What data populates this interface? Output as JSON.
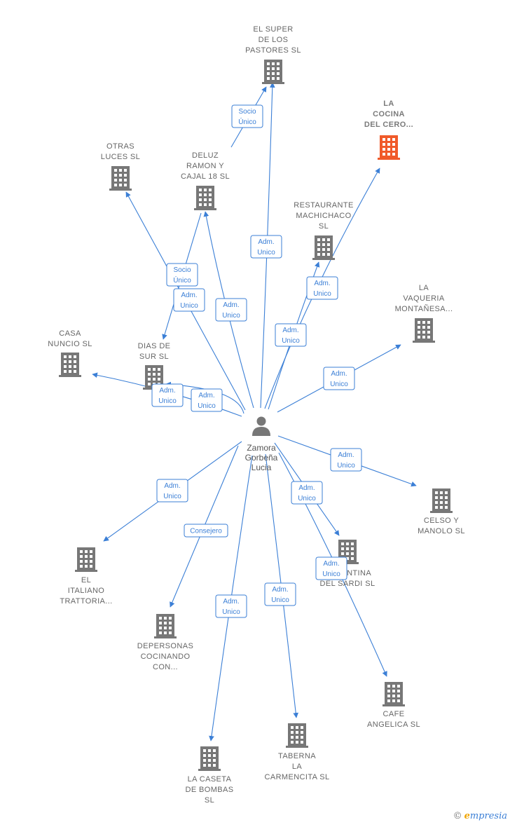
{
  "person": {
    "lines": [
      "Zamora",
      "Gorbeña",
      "Lucia"
    ]
  },
  "colors": {
    "edge": "#3b7fd6",
    "building": "#777777",
    "highlight": "#f05a2a"
  },
  "companies": [
    {
      "id": "super",
      "lines": [
        "EL SUPER",
        "DE LOS",
        "PASTORES  SL"
      ],
      "highlight": false
    },
    {
      "id": "cocina",
      "lines": [
        "LA",
        "COCINA",
        "DEL CERO..."
      ],
      "highlight": true
    },
    {
      "id": "otras",
      "lines": [
        "OTRAS",
        "LUCES SL"
      ],
      "highlight": false
    },
    {
      "id": "deluz",
      "lines": [
        "DELUZ",
        "RAMON Y",
        "CAJAL 18  SL"
      ],
      "highlight": false
    },
    {
      "id": "machichaco",
      "lines": [
        "RESTAURANTE",
        "MACHICHACO",
        "SL"
      ],
      "highlight": false
    },
    {
      "id": "vaqueria",
      "lines": [
        "LA",
        "VAQUERIA",
        "MONTAÑESA..."
      ],
      "highlight": false
    },
    {
      "id": "casa",
      "lines": [
        "CASA",
        "NUNCIO  SL"
      ],
      "highlight": false
    },
    {
      "id": "dias",
      "lines": [
        "DIAS DE",
        "SUR  SL"
      ],
      "highlight": false
    },
    {
      "id": "celso",
      "lines": [
        "CELSO Y",
        "MANOLO  SL"
      ],
      "highlight": false
    },
    {
      "id": "italiano",
      "lines": [
        "EL",
        "ITALIANO",
        "TRATTORIA..."
      ],
      "highlight": false
    },
    {
      "id": "cantina",
      "lines": [
        "LA CANTINA",
        "DEL SARDI  SL"
      ],
      "highlight": false
    },
    {
      "id": "depersonas",
      "lines": [
        "DEPERSONAS",
        "COCINANDO",
        "CON..."
      ],
      "highlight": false
    },
    {
      "id": "cafe",
      "lines": [
        "CAFE",
        "ANGELICA  SL"
      ],
      "highlight": false
    },
    {
      "id": "taberna",
      "lines": [
        "TABERNA",
        "LA",
        "CARMENCITA SL"
      ],
      "highlight": false
    },
    {
      "id": "caseta",
      "lines": [
        "LA CASETA",
        "DE BOMBAS",
        "SL"
      ],
      "highlight": false
    }
  ],
  "edges": [
    {
      "to": "super",
      "lines": [
        "Adm.",
        "Unico"
      ]
    },
    {
      "to": "super",
      "from": "deluz",
      "lines": [
        "Socio",
        "Único"
      ]
    },
    {
      "to": "cocina",
      "lines": [
        "Adm.",
        "Unico"
      ]
    },
    {
      "to": "otras",
      "lines": [
        "Adm.",
        "Unico"
      ]
    },
    {
      "to": "deluz",
      "lines": [
        "Adm.",
        "Unico"
      ]
    },
    {
      "to": "dias",
      "from": "deluz",
      "lines": [
        "Socio",
        "Único"
      ]
    },
    {
      "to": "machichaco",
      "lines": [
        "Adm.",
        "Unico"
      ]
    },
    {
      "to": "vaqueria",
      "lines": [
        "Adm.",
        "Unico"
      ]
    },
    {
      "to": "casa",
      "lines": [
        "Adm.",
        "Unico"
      ]
    },
    {
      "to": "dias",
      "lines": [
        "Adm.",
        "Unico"
      ]
    },
    {
      "to": "celso",
      "lines": [
        "Adm.",
        "Unico"
      ]
    },
    {
      "to": "italiano",
      "lines": [
        "Adm.",
        "Unico"
      ]
    },
    {
      "to": "cantina",
      "lines": [
        "Adm.",
        "Unico"
      ]
    },
    {
      "to": "depersonas",
      "lines": [
        "Consejero"
      ]
    },
    {
      "to": "cafe",
      "lines": [
        "Adm.",
        "Unico"
      ]
    },
    {
      "to": "taberna",
      "lines": [
        "Adm.",
        "Unico"
      ]
    },
    {
      "to": "caseta",
      "lines": [
        "Adm.",
        "Unico"
      ]
    }
  ],
  "watermark": {
    "copyright": "©",
    "brand_initial": "e",
    "brand_rest": "mpresia"
  }
}
